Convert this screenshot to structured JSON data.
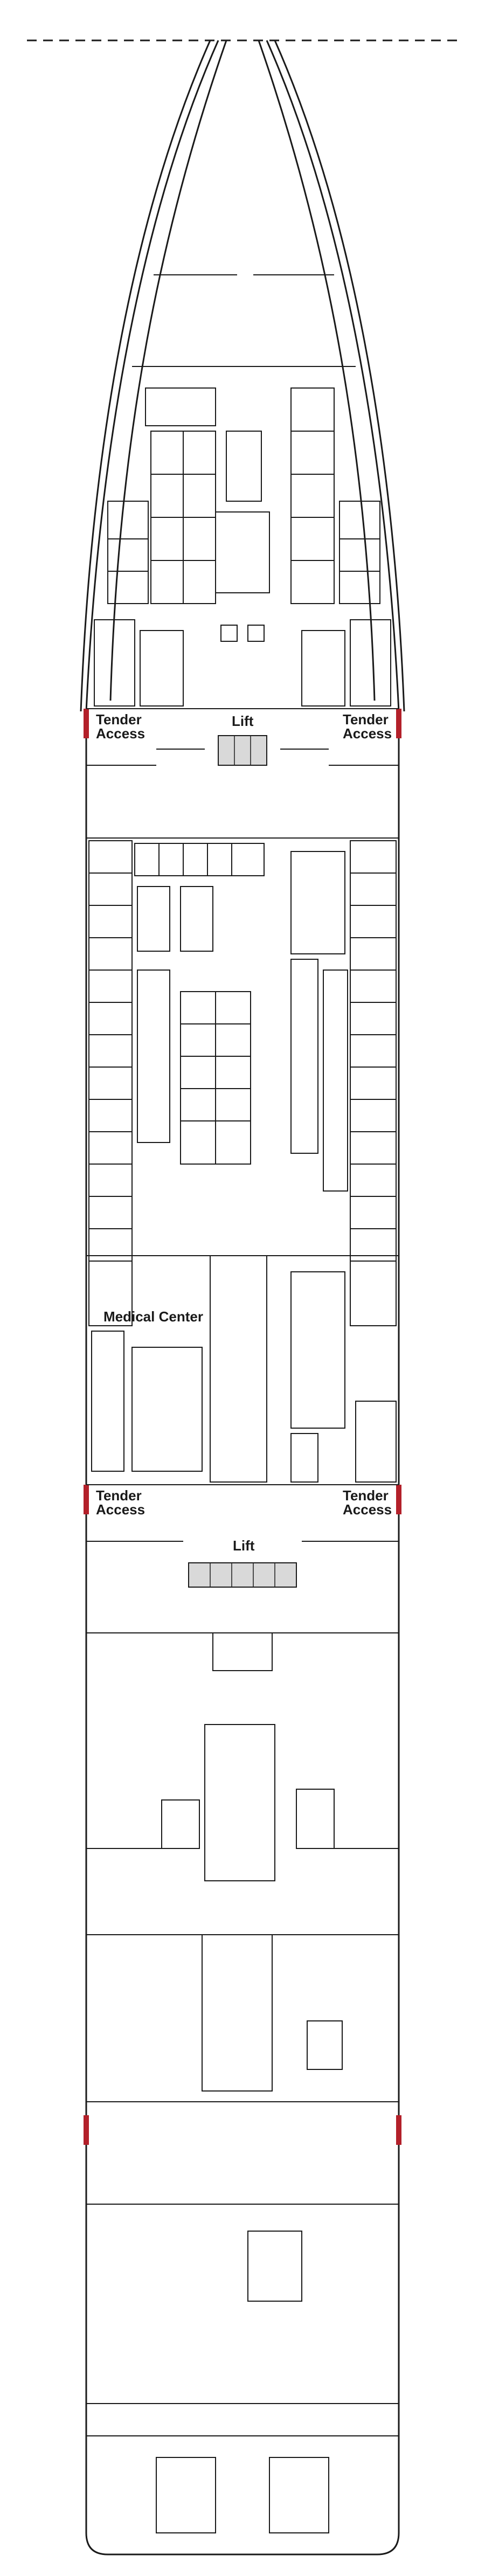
{
  "labels": {
    "tender_access": "Tender\nAccess",
    "tender_word": "Tender",
    "access_word": "Access",
    "lift": "Lift",
    "medical_center": "Medical Center"
  },
  "colors": {
    "line": "#1a1a1a",
    "tender_marker": "#b3202a",
    "lift_fill": "#d9d9d9",
    "background": "#ffffff"
  },
  "icons": [
    "lift-icon",
    "tender-access-marker"
  ]
}
